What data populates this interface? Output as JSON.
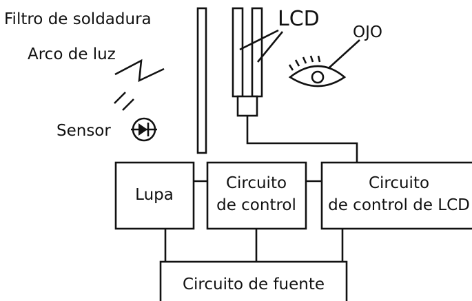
{
  "labels": {
    "filter": "Filtro de soldadura",
    "arc": "Arco de luz",
    "sensor": "Sensor",
    "lcd": "LCD",
    "eye": "OJO"
  },
  "boxes": {
    "magnifier": "Lupa",
    "control_line1": "Circuito",
    "control_line2": "de control",
    "lcd_control_line1": "Circuito",
    "lcd_control_line2": "de control de LCD",
    "power": "Circuito de fuente"
  }
}
